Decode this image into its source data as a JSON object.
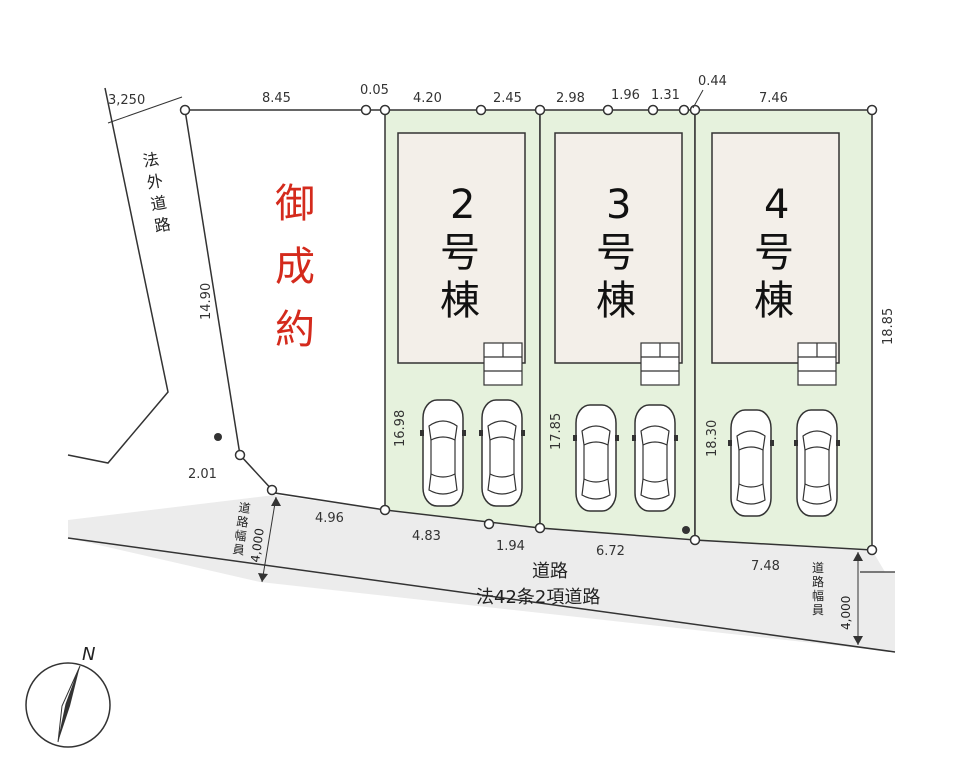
{
  "sold_label": [
    "御",
    "成",
    "約"
  ],
  "outside_road_label": [
    "法",
    "外",
    "道",
    "路"
  ],
  "outside_road_width": "3,250",
  "road": {
    "name": "道路",
    "designation": "法42条2項道路",
    "width_label_chars": [
      "道",
      "路",
      "幅",
      "員"
    ],
    "width_left": "4,000",
    "width_right": "4,000"
  },
  "lots": [
    {
      "num": "2",
      "chars": [
        "号",
        "棟"
      ],
      "left_depth": "16.98"
    },
    {
      "num": "3",
      "chars": [
        "号",
        "棟"
      ],
      "left_depth": "17.85"
    },
    {
      "num": "4",
      "chars": [
        "号",
        "棟"
      ],
      "left_depth": "18.30"
    }
  ],
  "dimensions": {
    "top": [
      "8.45",
      "0.05",
      "4.20",
      "2.45",
      "2.98",
      "1.96",
      "1.31",
      "0.44",
      "7.46"
    ],
    "left_slope": "14.90",
    "corner": "2.01",
    "right": "18.85",
    "bottom": [
      "4.96",
      "4.83",
      "1.94",
      "6.72",
      "7.48"
    ]
  },
  "compass": {
    "label": "N"
  },
  "colors": {
    "lot_fill": "#e6f2dd",
    "house_fill": "#f3efe9",
    "road_fill": "#ececec",
    "sold": "#d42a1c"
  }
}
